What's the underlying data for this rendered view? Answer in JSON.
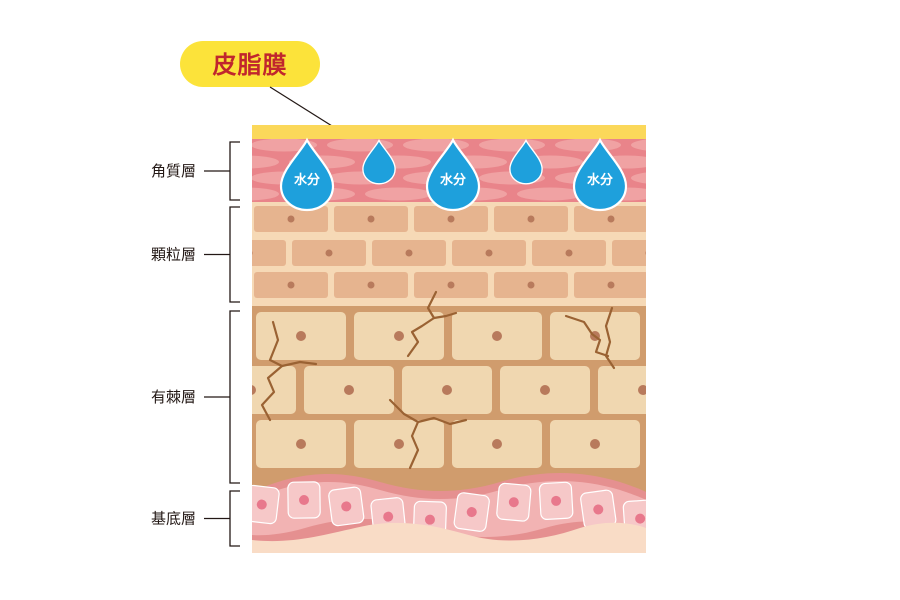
{
  "callout": {
    "label": "皮脂膜"
  },
  "layers": [
    {
      "id": "stratum-corneum",
      "label": "角質層"
    },
    {
      "id": "granular-layer",
      "label": "顆粒層"
    },
    {
      "id": "spinous-layer",
      "label": "有棘層"
    },
    {
      "id": "basal-layer",
      "label": "基底層"
    }
  ],
  "drops": [
    {
      "label": "水分",
      "size": "large"
    },
    {
      "label": "",
      "size": "small"
    },
    {
      "label": "水分",
      "size": "large"
    },
    {
      "label": "",
      "size": "small"
    },
    {
      "label": "水分",
      "size": "large"
    }
  ],
  "colors": {
    "sebum": "#fbd85a",
    "callout_fill": "#fce33a",
    "callout_text": "#c0262d",
    "corneum_bg": "#e9848a",
    "corneum_cell": "#f0a2a3",
    "water_drop": "#1ea0dc",
    "granular_bg": "#f6d9b6",
    "granular_cell": "#e6b48f",
    "spinous_bg": "#d09c6d",
    "spinous_cell": "#f0d7b0",
    "nucleus": "#b87a5c",
    "crack": "#9a6233",
    "basal_border": "#e59090",
    "basal_cell": "#f6c8c8",
    "basal_nucleus": "#e8788c",
    "dermis": "#f9dcc6",
    "bracket": "#231815"
  }
}
